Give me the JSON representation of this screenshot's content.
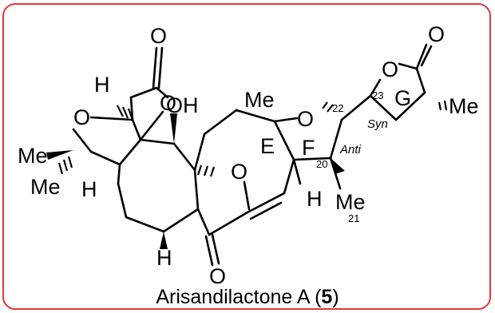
{
  "molecule": {
    "name": "Arisandilactone A",
    "number": "5",
    "atoms": {
      "o_top_carbonyl": "O",
      "o_lactone_left": "O",
      "oh": "OH",
      "o_thf_left": "O",
      "h_top_left": "H",
      "me_left_1": "Me",
      "me_left_2": "Me",
      "h_left_low": "H",
      "o_bridge": "O",
      "me_top_center": "Me",
      "o_f_ring": "O",
      "o_lactone_right": "O",
      "o_top_right": "O",
      "me_right": "Me",
      "h_bottom_left": "H",
      "o_bottom": "O",
      "h_bottom_center": "H",
      "me_bottom_right": "Me"
    },
    "ring_labels": {
      "e": "E",
      "f": "F",
      "g": "G"
    },
    "locants": {
      "c20": "20",
      "c21": "21",
      "c22": "22",
      "c23": "23"
    },
    "stereo_labels": {
      "syn": "Syn",
      "anti": "Anti"
    }
  },
  "colors": {
    "frame": "#e23a3a",
    "ink": "#000000"
  }
}
